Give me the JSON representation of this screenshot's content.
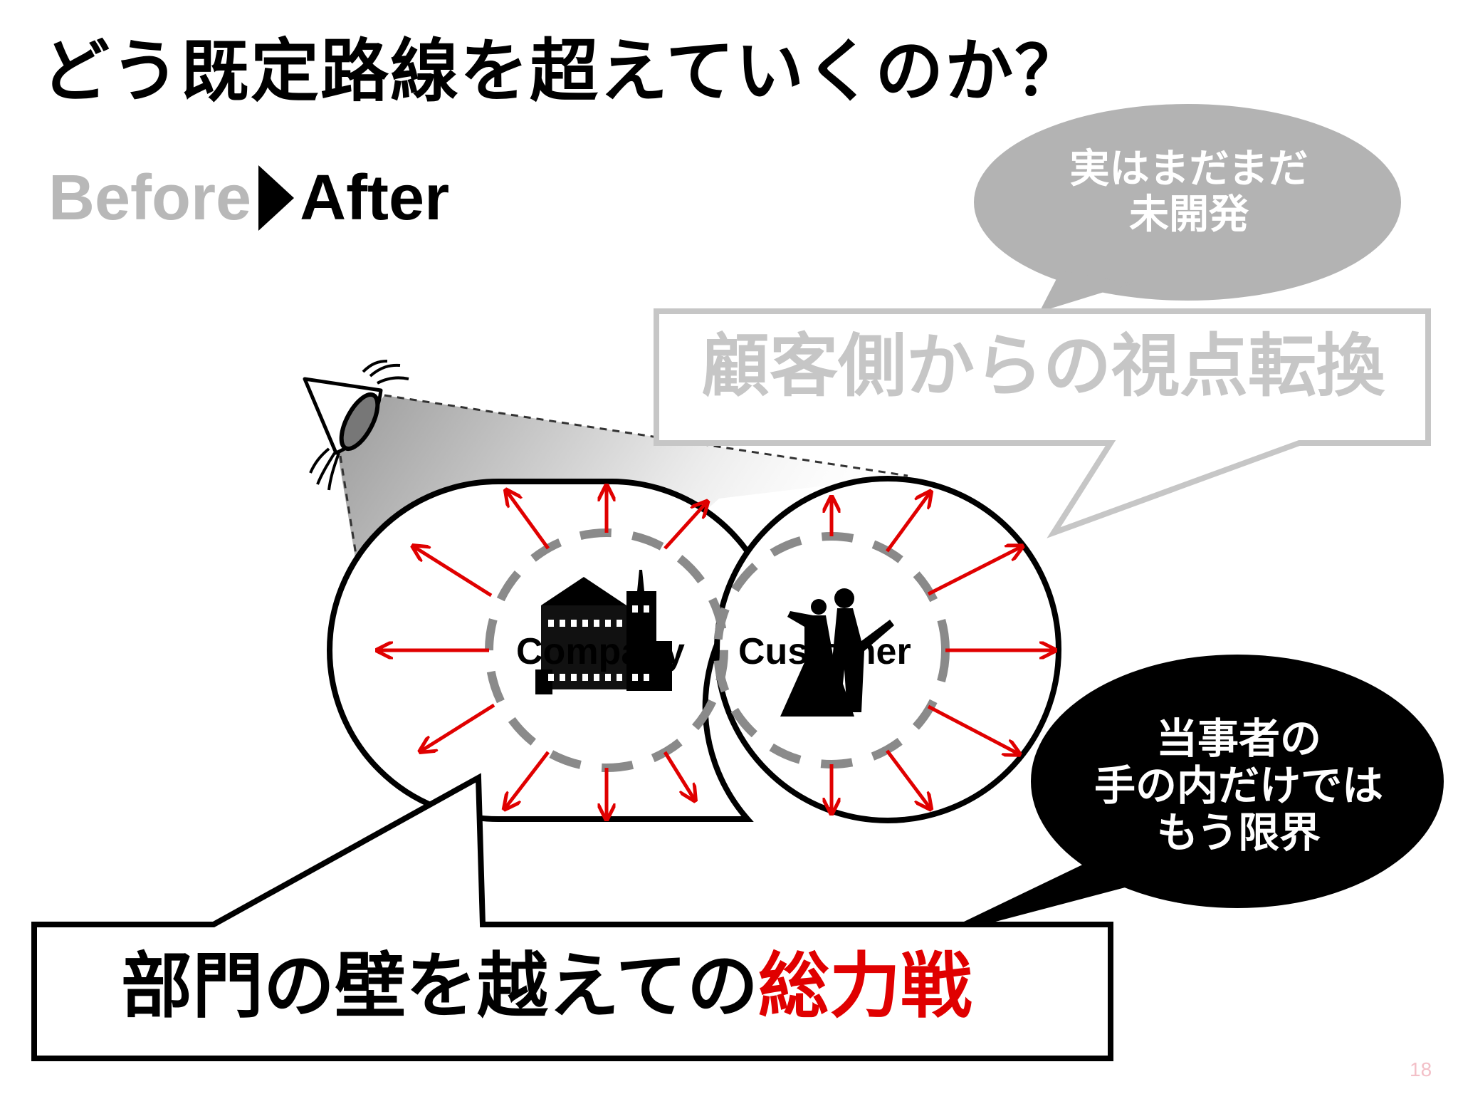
{
  "slide": {
    "title": "どう既定路線を超えていくのか？",
    "before_label": "Before",
    "after_label": "After",
    "page_number": "18"
  },
  "bubbles": {
    "gray_bubble_line1": "実はまだまだ",
    "gray_bubble_line2": "未開発",
    "viewpoint_shift": "顧客側からの視点転換",
    "black_bubble_line1": "当事者の",
    "black_bubble_line2": "手の内だけでは",
    "black_bubble_line3": "もう限界"
  },
  "circles": {
    "company_label": "Company",
    "customer_label": "Customer"
  },
  "bottom": {
    "text_main": "部門の壁を越えての",
    "text_accent": "総力戦"
  },
  "icons": [
    "eye-icon",
    "building-icon",
    "couple-silhouette-icon"
  ],
  "colors": {
    "accent_red": "#e00000",
    "gray_text": "#c6c6c6",
    "bubble_gray": "#b3b3b3",
    "dashed_circle": "#8a8a8a"
  }
}
